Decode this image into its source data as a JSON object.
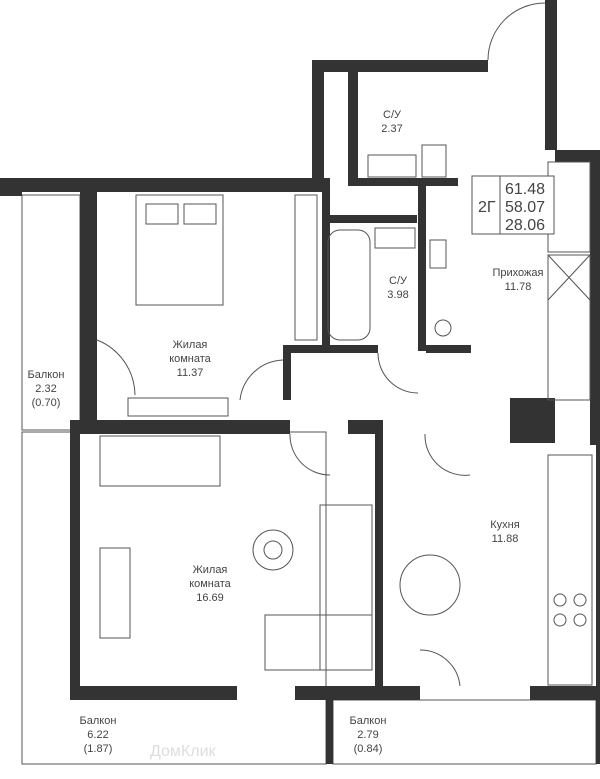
{
  "plan": {
    "type_label": "2Г",
    "areas": [
      "61.48",
      "58.07",
      "28.06"
    ],
    "watermark": "ДомКлик"
  },
  "rooms": [
    {
      "name": "С/У",
      "area": "2.37"
    },
    {
      "name": "С/У",
      "area": "3.98"
    },
    {
      "name": "Прихожая",
      "area": "11.78"
    },
    {
      "name": "Жилая",
      "name2": "комната",
      "area": "11.37"
    },
    {
      "name": "Балкон",
      "area": "2.32",
      "sub": "(0.70)"
    },
    {
      "name": "Жилая",
      "name2": "комната",
      "area": "16.69"
    },
    {
      "name": "Кухня",
      "area": "11.88"
    },
    {
      "name": "Балкон",
      "area": "6.22",
      "sub": "(1.87)"
    },
    {
      "name": "Балкон",
      "area": "2.79",
      "sub": "(0.84)"
    }
  ],
  "colors": {
    "wall": "#333333",
    "line": "#555555"
  }
}
